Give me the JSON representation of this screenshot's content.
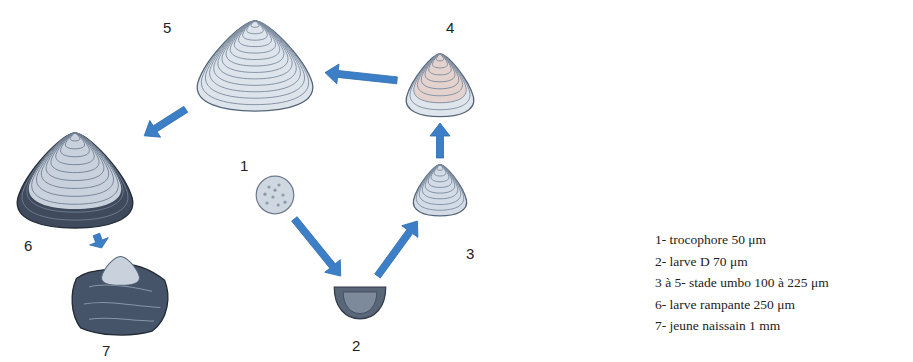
{
  "diagram": {
    "nodes": [
      {
        "text": [
          "1"
        ]
      },
      {
        "text": [
          "2"
        ]
      },
      {
        "text": [
          "3"
        ]
      },
      {
        "text": [
          "4"
        ]
      },
      {
        "text": [
          "5"
        ]
      },
      {
        "text": [
          "6"
        ]
      },
      {
        "text": [
          "7"
        ]
      }
    ],
    "edges": [
      {
        "from": 0,
        "to": 1,
        "arrow": "to"
      },
      {
        "from": 1,
        "to": 2,
        "arrow": "to"
      },
      {
        "from": 2,
        "to": 3,
        "arrow": "to"
      },
      {
        "from": 3,
        "to": 4,
        "arrow": "to"
      },
      {
        "from": 4,
        "to": 5,
        "arrow": "to"
      },
      {
        "from": 5,
        "to": 6,
        "arrow": "to"
      }
    ],
    "labels": [
      "1- trocophore 50 μm",
      "2- larve D 70 μm",
      "3 à 5- stade umbo 100 à 225 μm",
      "6- larve rampante 250 μm",
      "7- jeune naissain 1 mm"
    ]
  }
}
